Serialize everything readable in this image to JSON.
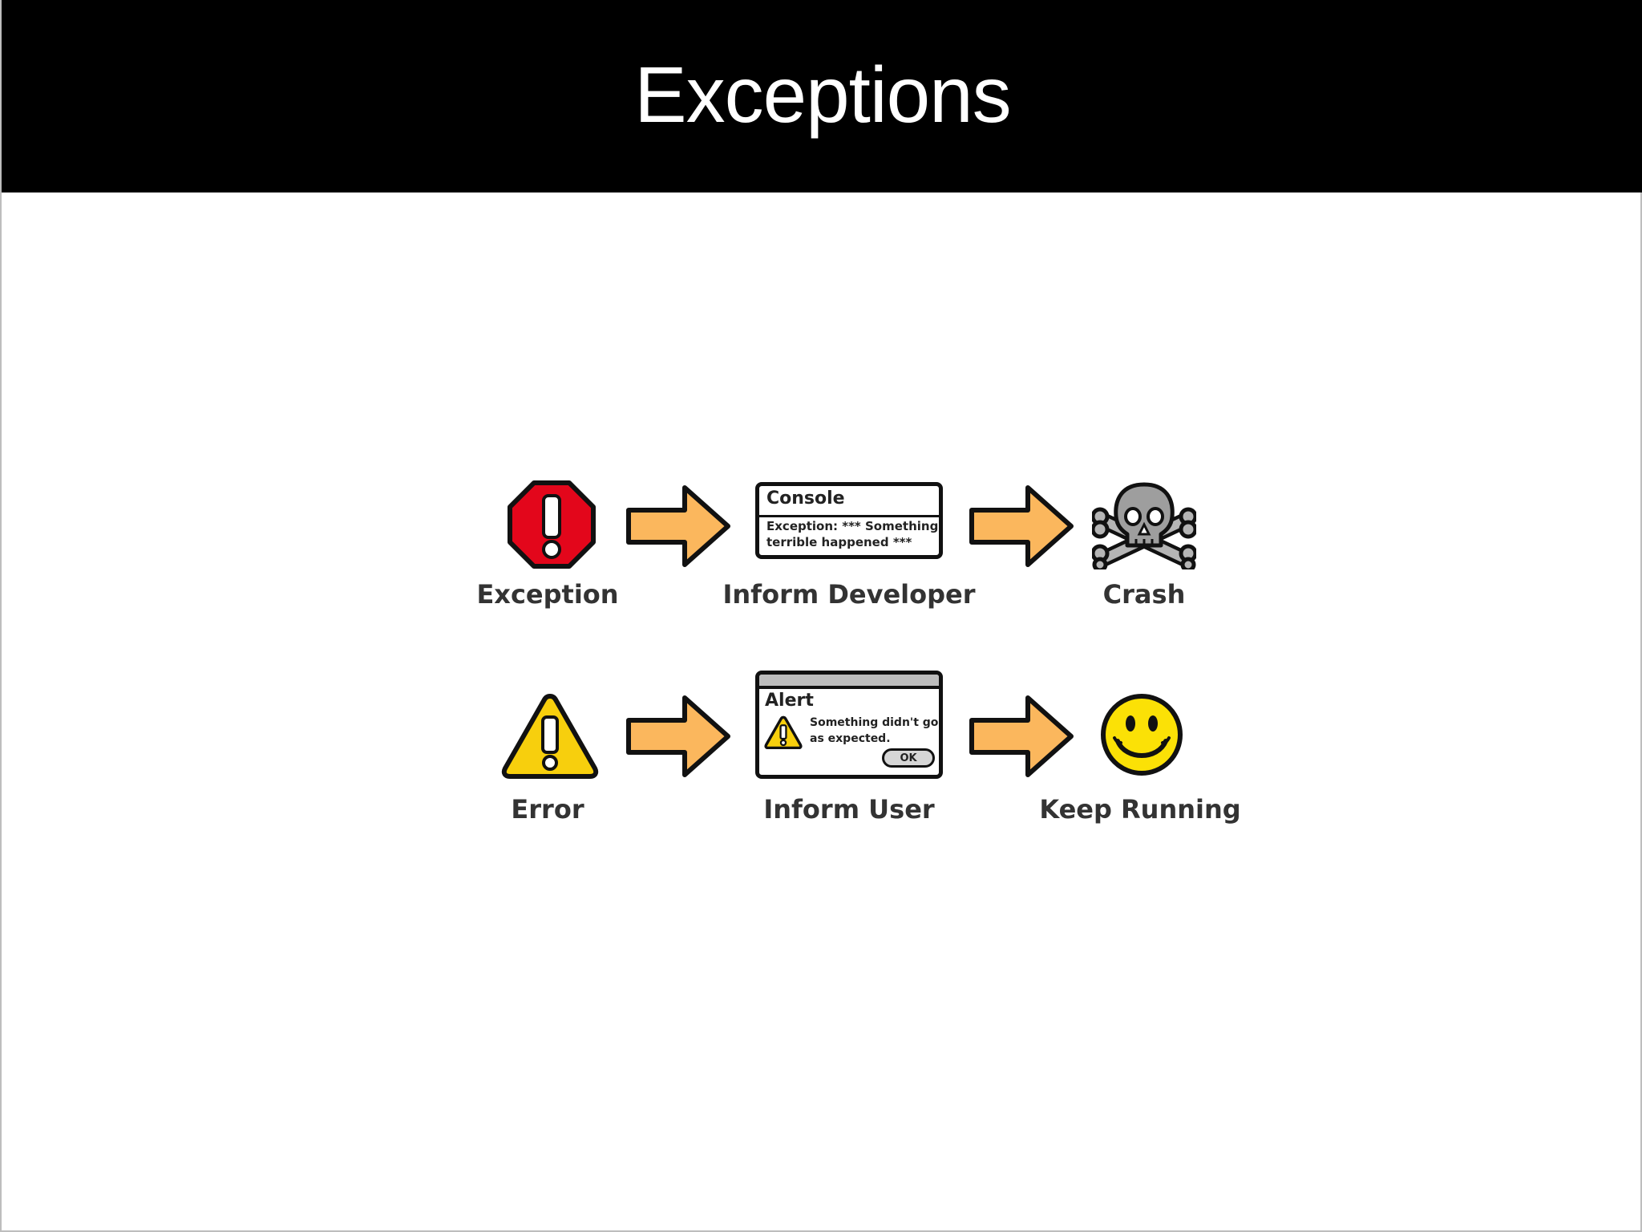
{
  "slide": {
    "title": "Exceptions"
  },
  "rows": [
    {
      "start_label": "Exception",
      "middle_label": "Inform Developer",
      "end_label": "Crash",
      "window_title": "Console",
      "window_line1": "Exception: *** Something",
      "window_line2": "terrible happened ***"
    },
    {
      "start_label": "Error",
      "middle_label": "Inform User",
      "end_label": "Keep Running",
      "window_title": "Alert",
      "window_line1": "Something didn't go",
      "window_line2": "as expected.",
      "button_label": "OK"
    }
  ],
  "colors": {
    "stop_red": "#e3061b",
    "warning_yellow": "#f7cf0d",
    "arrow_orange": "#fbb75d",
    "skull_gray": "#9e9e9e",
    "smiley_yellow": "#fbe106"
  }
}
